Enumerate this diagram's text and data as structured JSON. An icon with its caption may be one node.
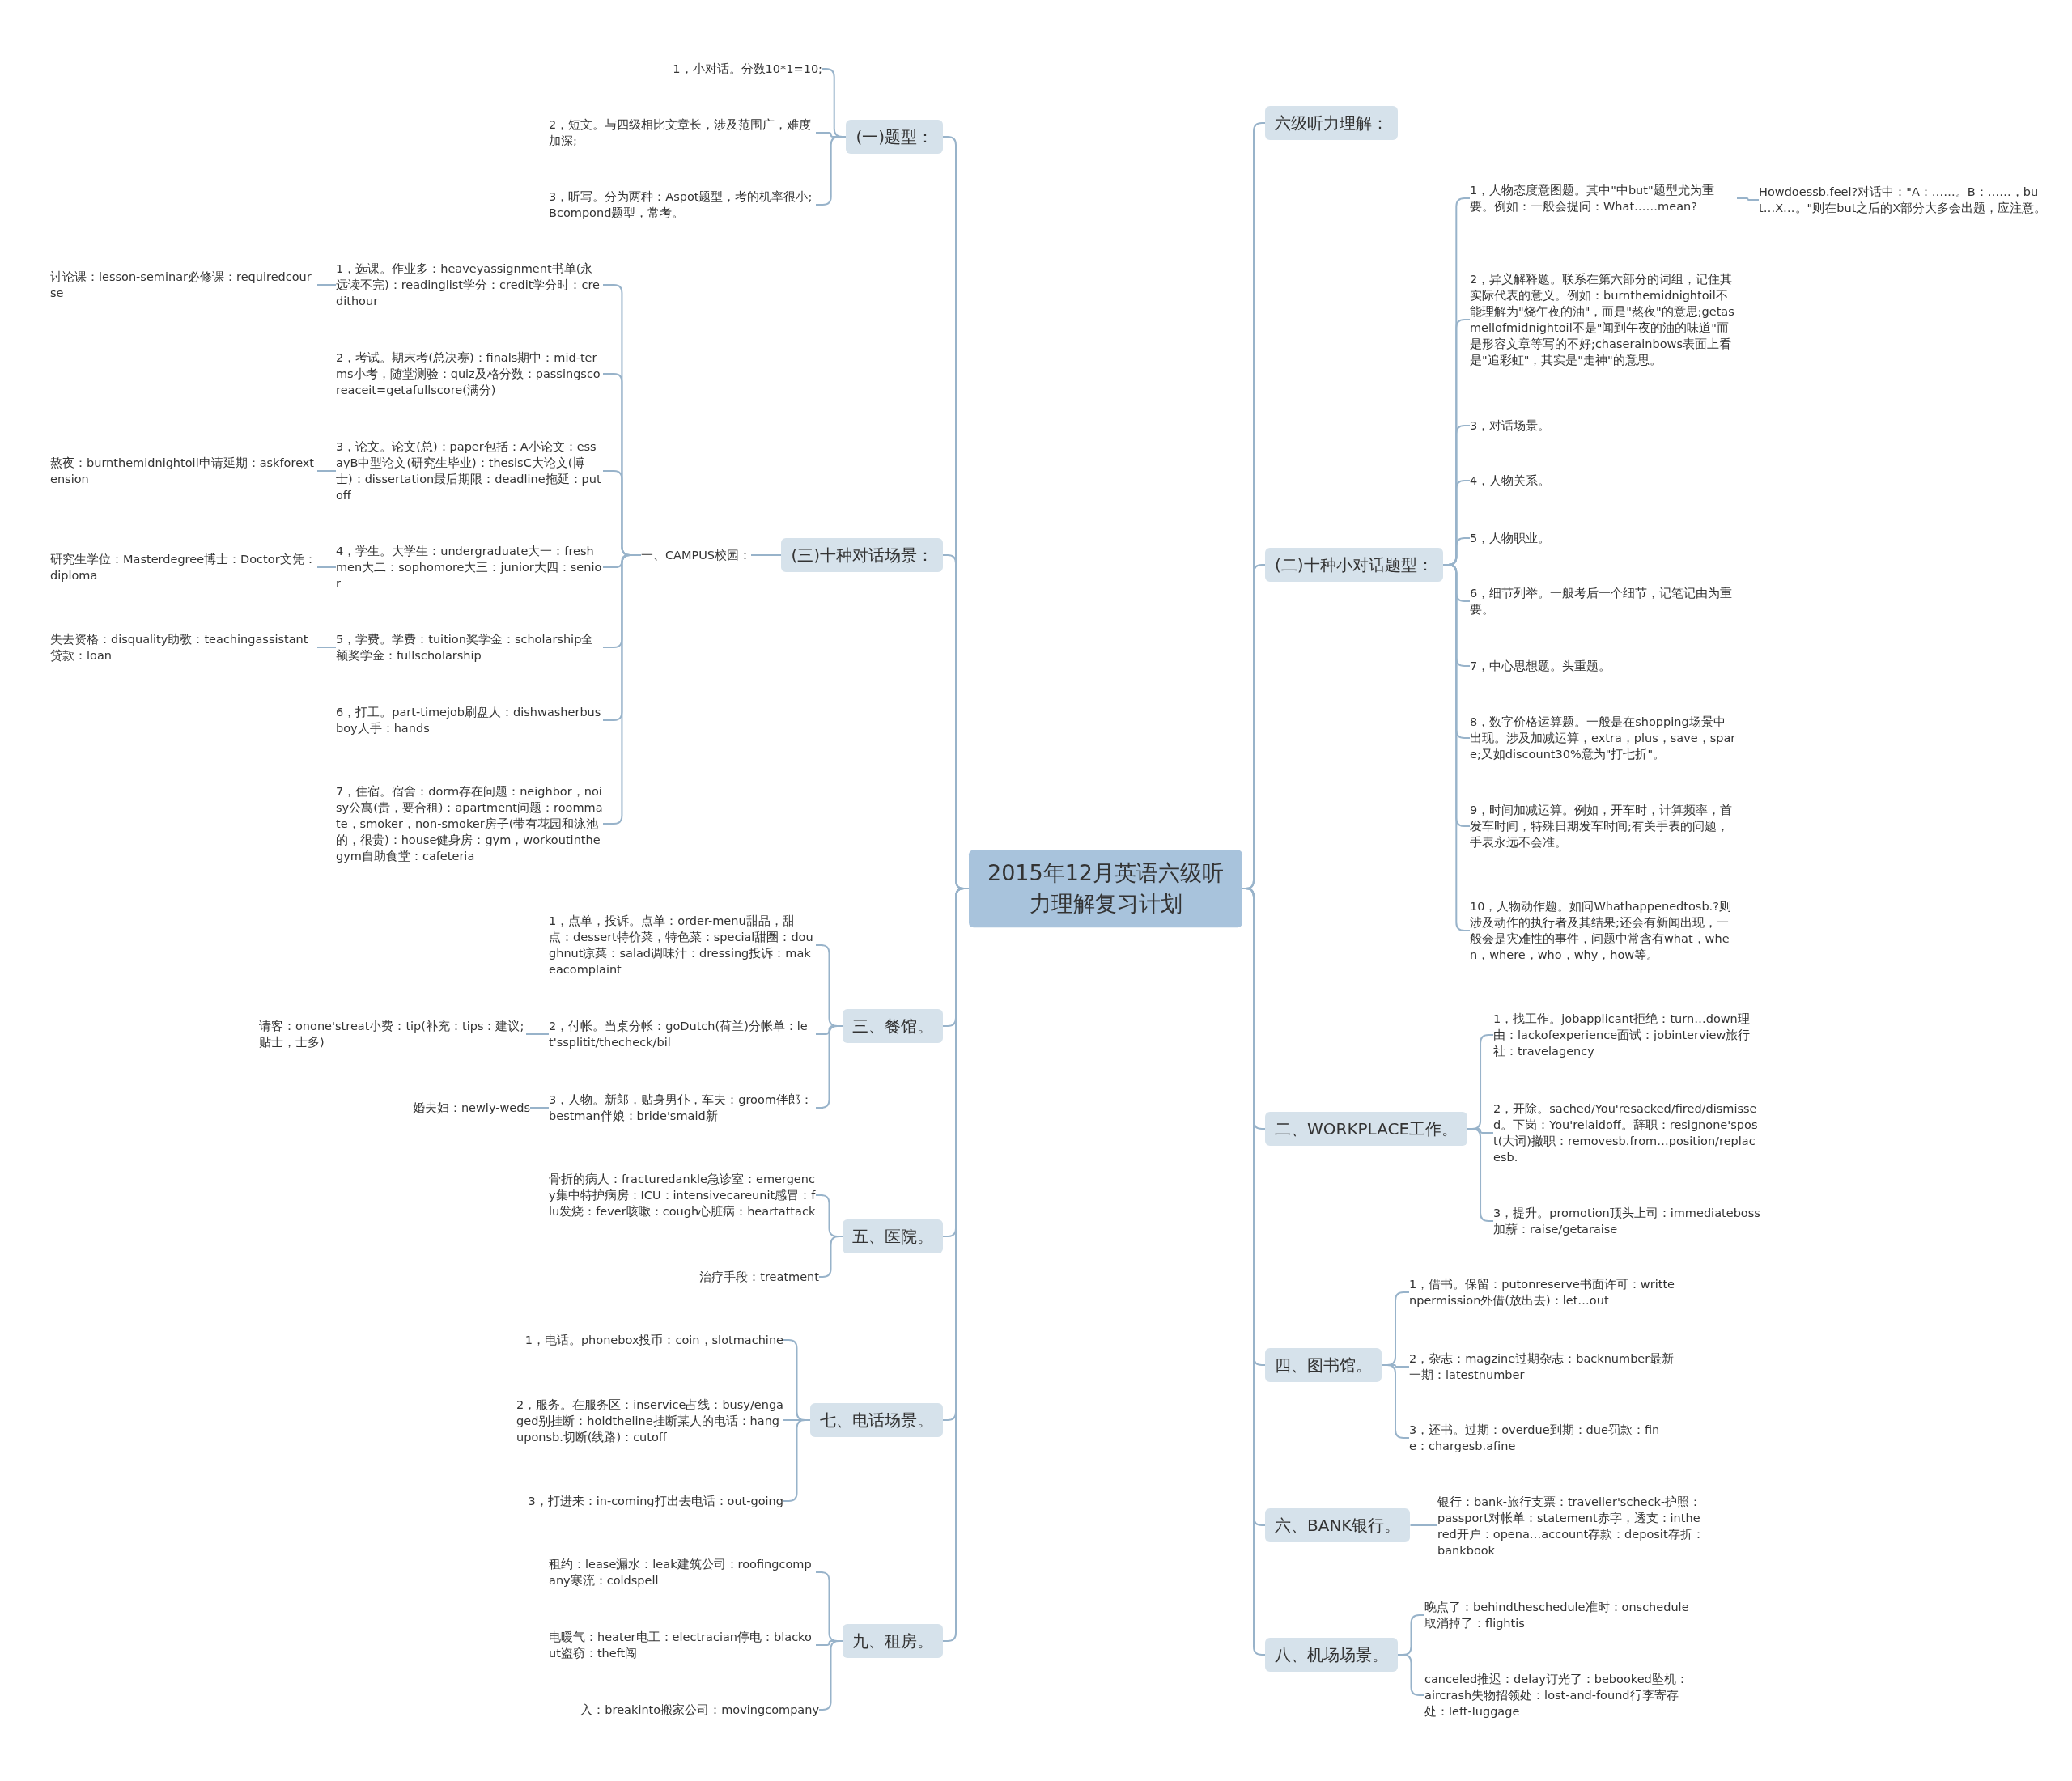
{
  "diagram": {
    "nodes": [
      {
        "text": [
          "2015年12月英语六级听力理解复习计划"
        ]
      },
      {
        "text": [
          "(一)题型："
        ]
      },
      {
        "text": [
          "1，小对话。分数10*1=10;"
        ]
      },
      {
        "text": [
          "2，短文。与四级相比文章长，涉及范围广，难度加深;"
        ]
      },
      {
        "text": [
          "3，听写。分为两种：Aspot题型，考的机率很小;Bcompond题型，常考。"
        ]
      },
      {
        "text": [
          "(三)十种对话场景："
        ]
      },
      {
        "text": [
          "一、CAMPUS校园："
        ]
      },
      {
        "text": [
          "1，选课。作业多：heaveyassignment书单(永远读不完)：readinglist学分：credit学分时：credithour"
        ]
      },
      {
        "text": [
          "讨论课：lesson-seminar必修课：requiredcourse"
        ]
      },
      {
        "text": [
          "2，考试。期末考(总决赛)：finals期中：mid-terms小考，随堂测验：quiz及格分数：passingscoreaceit=getafullscore(满分)"
        ]
      },
      {
        "text": [
          "3，论文。论文(总)：paper包括：A小论文：essayB中型论文(研究生毕业)：thesisC大论文(博士)：dissertation最后期限：deadline拖延：putoff"
        ]
      },
      {
        "text": [
          "熬夜：burnthemidnightoil申请延期：askforextension"
        ]
      },
      {
        "text": [
          "4，学生。大学生：undergraduate大一：freshmen大二：sophomore大三：junior大四：senior"
        ]
      },
      {
        "text": [
          "研究生学位：Masterdegree博士：Doctor文凭：diploma"
        ]
      },
      {
        "text": [
          "5，学费。学费：tuition奖学金：scholarship全额奖学金：fullscholarship"
        ]
      },
      {
        "text": [
          "失去资格：disquality助教：teachingassistant贷款：loan"
        ]
      },
      {
        "text": [
          "6，打工。part-timejob刷盘人：dishwasherbusboy人手：hands"
        ]
      },
      {
        "text": [
          "7，住宿。宿舍：dorm存在问题：neighbor，noisy公寓(贵，要合租)：apartment问题：roommate，smoker，non-smoker房子(带有花园和泳池的，很贵)：house健身房：gym，workoutinthegym自助食堂：cafeteria"
        ]
      },
      {
        "text": [
          "三、餐馆。"
        ]
      },
      {
        "text": [
          "1，点单，投诉。点单：order-menu甜品，甜点：dessert特价菜，特色菜：special甜圈：doughnut凉菜：salad调味汁：dressing投诉：makeacomplaint"
        ]
      },
      {
        "text": [
          "2，付帐。当桌分帐：goDutch(荷兰)分帐单：let'ssplitit/thecheck/bil"
        ]
      },
      {
        "text": [
          "请客：onone'streat小费：tip(补充：tips：建议;贴士，士多)"
        ]
      },
      {
        "text": [
          "3，人物。新郎，贴身男仆，车夫：groom伴郎：bestman伴娘：bride'smaid新"
        ]
      },
      {
        "text": [
          "婚夫妇：newly-weds"
        ]
      },
      {
        "text": [
          "五、医院。"
        ]
      },
      {
        "text": [
          "骨折的病人：fracturedankle急诊室：emergency集中特护病房：ICU：intensivecareunit感冒：flu发烧：fever咳嗽：cough心脏病：heartattack"
        ]
      },
      {
        "text": [
          "治疗手段：treatment"
        ]
      },
      {
        "text": [
          "七、电话场景。"
        ]
      },
      {
        "text": [
          "1，电话。phonebox投币：coin，slotmachine"
        ]
      },
      {
        "text": [
          "2，服务。在服务区：inservice占线：busy/engaged别挂断：holdtheline挂断某人的电话：hanguponsb.切断(线路)：cutoff"
        ]
      },
      {
        "text": [
          "3，打进来：in-coming打出去电话：out-going"
        ]
      },
      {
        "text": [
          "九、租房。"
        ]
      },
      {
        "text": [
          "租约：lease漏水：leak建筑公司：roofingcompany寒流：coldspell"
        ]
      },
      {
        "text": [
          "电暖气：heater电工：electracian停电：blackout盗窃：theft闯"
        ]
      },
      {
        "text": [
          "入：breakinto搬家公司：movingcompany"
        ]
      },
      {
        "text": [
          "六级听力理解："
        ]
      },
      {
        "text": [
          "(二)十种小对话题型："
        ]
      },
      {
        "text": [
          "1，人物态度意图题。其中\"中but\"题型尤为重要。例如：一般会提问：What……mean?"
        ]
      },
      {
        "text": [
          "Howdoessb.feel?对话中：\"A：……。B：……，but…X…。\"则在but之后的X部分大多会出题，应注意。"
        ]
      },
      {
        "text": [
          "2，异义解释题。联系在第六部分的词组，记住其实际代表的意义。例如：burnthemidnightoil不能理解为\"烧午夜的油\"，而是\"熬夜\"的意思;getasmellofmidnightoil不是\"闻到午夜的油的味道\"而是形容文章等写的不好;chaserainbows表面上看是\"追彩虹\"，其实是\"走神\"的意思。"
        ]
      },
      {
        "text": [
          "3，对话场景。"
        ]
      },
      {
        "text": [
          "4，人物关系。"
        ]
      },
      {
        "text": [
          "5，人物职业。"
        ]
      },
      {
        "text": [
          "6，细节列举。一般考后一个细节，记笔记由为重要。"
        ]
      },
      {
        "text": [
          "7，中心思想题。头重题。"
        ]
      },
      {
        "text": [
          "8，数字价格运算题。一般是在shopping场景中出现。涉及加减运算，extra，plus，save，spare;又如discount30%意为\"打七折\"。"
        ]
      },
      {
        "text": [
          "9，时间加减运算。例如，开车时，计算频率，首发车时间，特殊日期发车时间;有关手表的问题，手表永远不会准。"
        ]
      },
      {
        "text": [
          "10，人物动作题。如问Whathappenedtosb.?则涉及动作的执行者及其结果;还会有新闻出现，一般会是灾难性的事件，问题中常含有what，when，where，who，why，how等。"
        ]
      },
      {
        "text": [
          "二、WORKPLACE工作。"
        ]
      },
      {
        "text": [
          "1，找工作。jobapplicant拒绝：turn…down理由：lackofexperience面试：jobinterview旅行社：travelagency"
        ]
      },
      {
        "text": [
          "2，开除。sached/You'resacked/fired/dismissed。下岗：You'relaidoff。辞职：resignone'spost(大词)撤职：removesb.from…position/replacesb."
        ]
      },
      {
        "text": [
          "3，提升。promotion顶头上司：immediateboss加薪：raise/getaraise"
        ]
      },
      {
        "text": [
          "四、图书馆。"
        ]
      },
      {
        "text": [
          "1，借书。保留：putonreserve书面许可：writtenpermission外借(放出去)：let…out"
        ]
      },
      {
        "text": [
          "2，杂志：magzine过期杂志：backnumber最新一期：latestnumber"
        ]
      },
      {
        "text": [
          "3，还书。过期：overdue到期：due罚款：fine：chargesb.afine"
        ]
      },
      {
        "text": [
          "六、BANK银行。"
        ]
      },
      {
        "text": [
          "银行：bank-旅行支票：traveller'scheck-护照：passport对帐单：statement赤字，透支：inthered开户：opena…account存款：deposit存折：bankbook"
        ]
      },
      {
        "text": [
          "八、机场场景。"
        ]
      },
      {
        "text": [
          "晚点了：behindtheschedule准时：onschedule取消掉了：flightis"
        ]
      },
      {
        "text": [
          "canceled推迟：delay订光了：bebooked坠机：aircrash失物招领处：lost-and-found行李寄存处：left-luggage"
        ]
      }
    ],
    "edges": [
      {
        "from": 0,
        "to": 1,
        "arrow": "none"
      },
      {
        "from": 1,
        "to": 2,
        "arrow": "none"
      },
      {
        "from": 1,
        "to": 3,
        "arrow": "none"
      },
      {
        "from": 1,
        "to": 4,
        "arrow": "none"
      },
      {
        "from": 0,
        "to": 5,
        "arrow": "none"
      },
      {
        "from": 5,
        "to": 6,
        "arrow": "none"
      },
      {
        "from": 6,
        "to": 7,
        "arrow": "none"
      },
      {
        "from": 7,
        "to": 8,
        "arrow": "none"
      },
      {
        "from": 6,
        "to": 9,
        "arrow": "none"
      },
      {
        "from": 6,
        "to": 10,
        "arrow": "none"
      },
      {
        "from": 10,
        "to": 11,
        "arrow": "none"
      },
      {
        "from": 6,
        "to": 12,
        "arrow": "none"
      },
      {
        "from": 12,
        "to": 13,
        "arrow": "none"
      },
      {
        "from": 6,
        "to": 14,
        "arrow": "none"
      },
      {
        "from": 14,
        "to": 15,
        "arrow": "none"
      },
      {
        "from": 6,
        "to": 16,
        "arrow": "none"
      },
      {
        "from": 6,
        "to": 17,
        "arrow": "none"
      },
      {
        "from": 0,
        "to": 18,
        "arrow": "none"
      },
      {
        "from": 18,
        "to": 19,
        "arrow": "none"
      },
      {
        "from": 18,
        "to": 20,
        "arrow": "none"
      },
      {
        "from": 20,
        "to": 21,
        "arrow": "none"
      },
      {
        "from": 18,
        "to": 22,
        "arrow": "none"
      },
      {
        "from": 22,
        "to": 23,
        "arrow": "none"
      },
      {
        "from": 0,
        "to": 24,
        "arrow": "none"
      },
      {
        "from": 24,
        "to": 25,
        "arrow": "none"
      },
      {
        "from": 24,
        "to": 26,
        "arrow": "none"
      },
      {
        "from": 0,
        "to": 27,
        "arrow": "none"
      },
      {
        "from": 27,
        "to": 28,
        "arrow": "none"
      },
      {
        "from": 27,
        "to": 29,
        "arrow": "none"
      },
      {
        "from": 27,
        "to": 30,
        "arrow": "none"
      },
      {
        "from": 0,
        "to": 31,
        "arrow": "none"
      },
      {
        "from": 31,
        "to": 32,
        "arrow": "none"
      },
      {
        "from": 31,
        "to": 33,
        "arrow": "none"
      },
      {
        "from": 31,
        "to": 34,
        "arrow": "none"
      },
      {
        "from": 0,
        "to": 35,
        "arrow": "none"
      },
      {
        "from": 0,
        "to": 36,
        "arrow": "none"
      },
      {
        "from": 36,
        "to": 37,
        "arrow": "none"
      },
      {
        "from": 37,
        "to": 38,
        "arrow": "none"
      },
      {
        "from": 36,
        "to": 39,
        "arrow": "none"
      },
      {
        "from": 36,
        "to": 40,
        "arrow": "none"
      },
      {
        "from": 36,
        "to": 41,
        "arrow": "none"
      },
      {
        "from": 36,
        "to": 42,
        "arrow": "none"
      },
      {
        "from": 36,
        "to": 43,
        "arrow": "none"
      },
      {
        "from": 36,
        "to": 44,
        "arrow": "none"
      },
      {
        "from": 36,
        "to": 45,
        "arrow": "none"
      },
      {
        "from": 36,
        "to": 46,
        "arrow": "none"
      },
      {
        "from": 36,
        "to": 47,
        "arrow": "none"
      },
      {
        "from": 0,
        "to": 48,
        "arrow": "none"
      },
      {
        "from": 48,
        "to": 49,
        "arrow": "none"
      },
      {
        "from": 48,
        "to": 50,
        "arrow": "none"
      },
      {
        "from": 48,
        "to": 51,
        "arrow": "none"
      },
      {
        "from": 0,
        "to": 52,
        "arrow": "none"
      },
      {
        "from": 52,
        "to": 53,
        "arrow": "none"
      },
      {
        "from": 52,
        "to": 54,
        "arrow": "none"
      },
      {
        "from": 52,
        "to": 55,
        "arrow": "none"
      },
      {
        "from": 0,
        "to": 56,
        "arrow": "none"
      },
      {
        "from": 56,
        "to": 57,
        "arrow": "none"
      },
      {
        "from": 0,
        "to": 58,
        "arrow": "none"
      },
      {
        "from": 58,
        "to": 59,
        "arrow": "none"
      },
      {
        "from": 58,
        "to": 60,
        "arrow": "none"
      }
    ]
  }
}
